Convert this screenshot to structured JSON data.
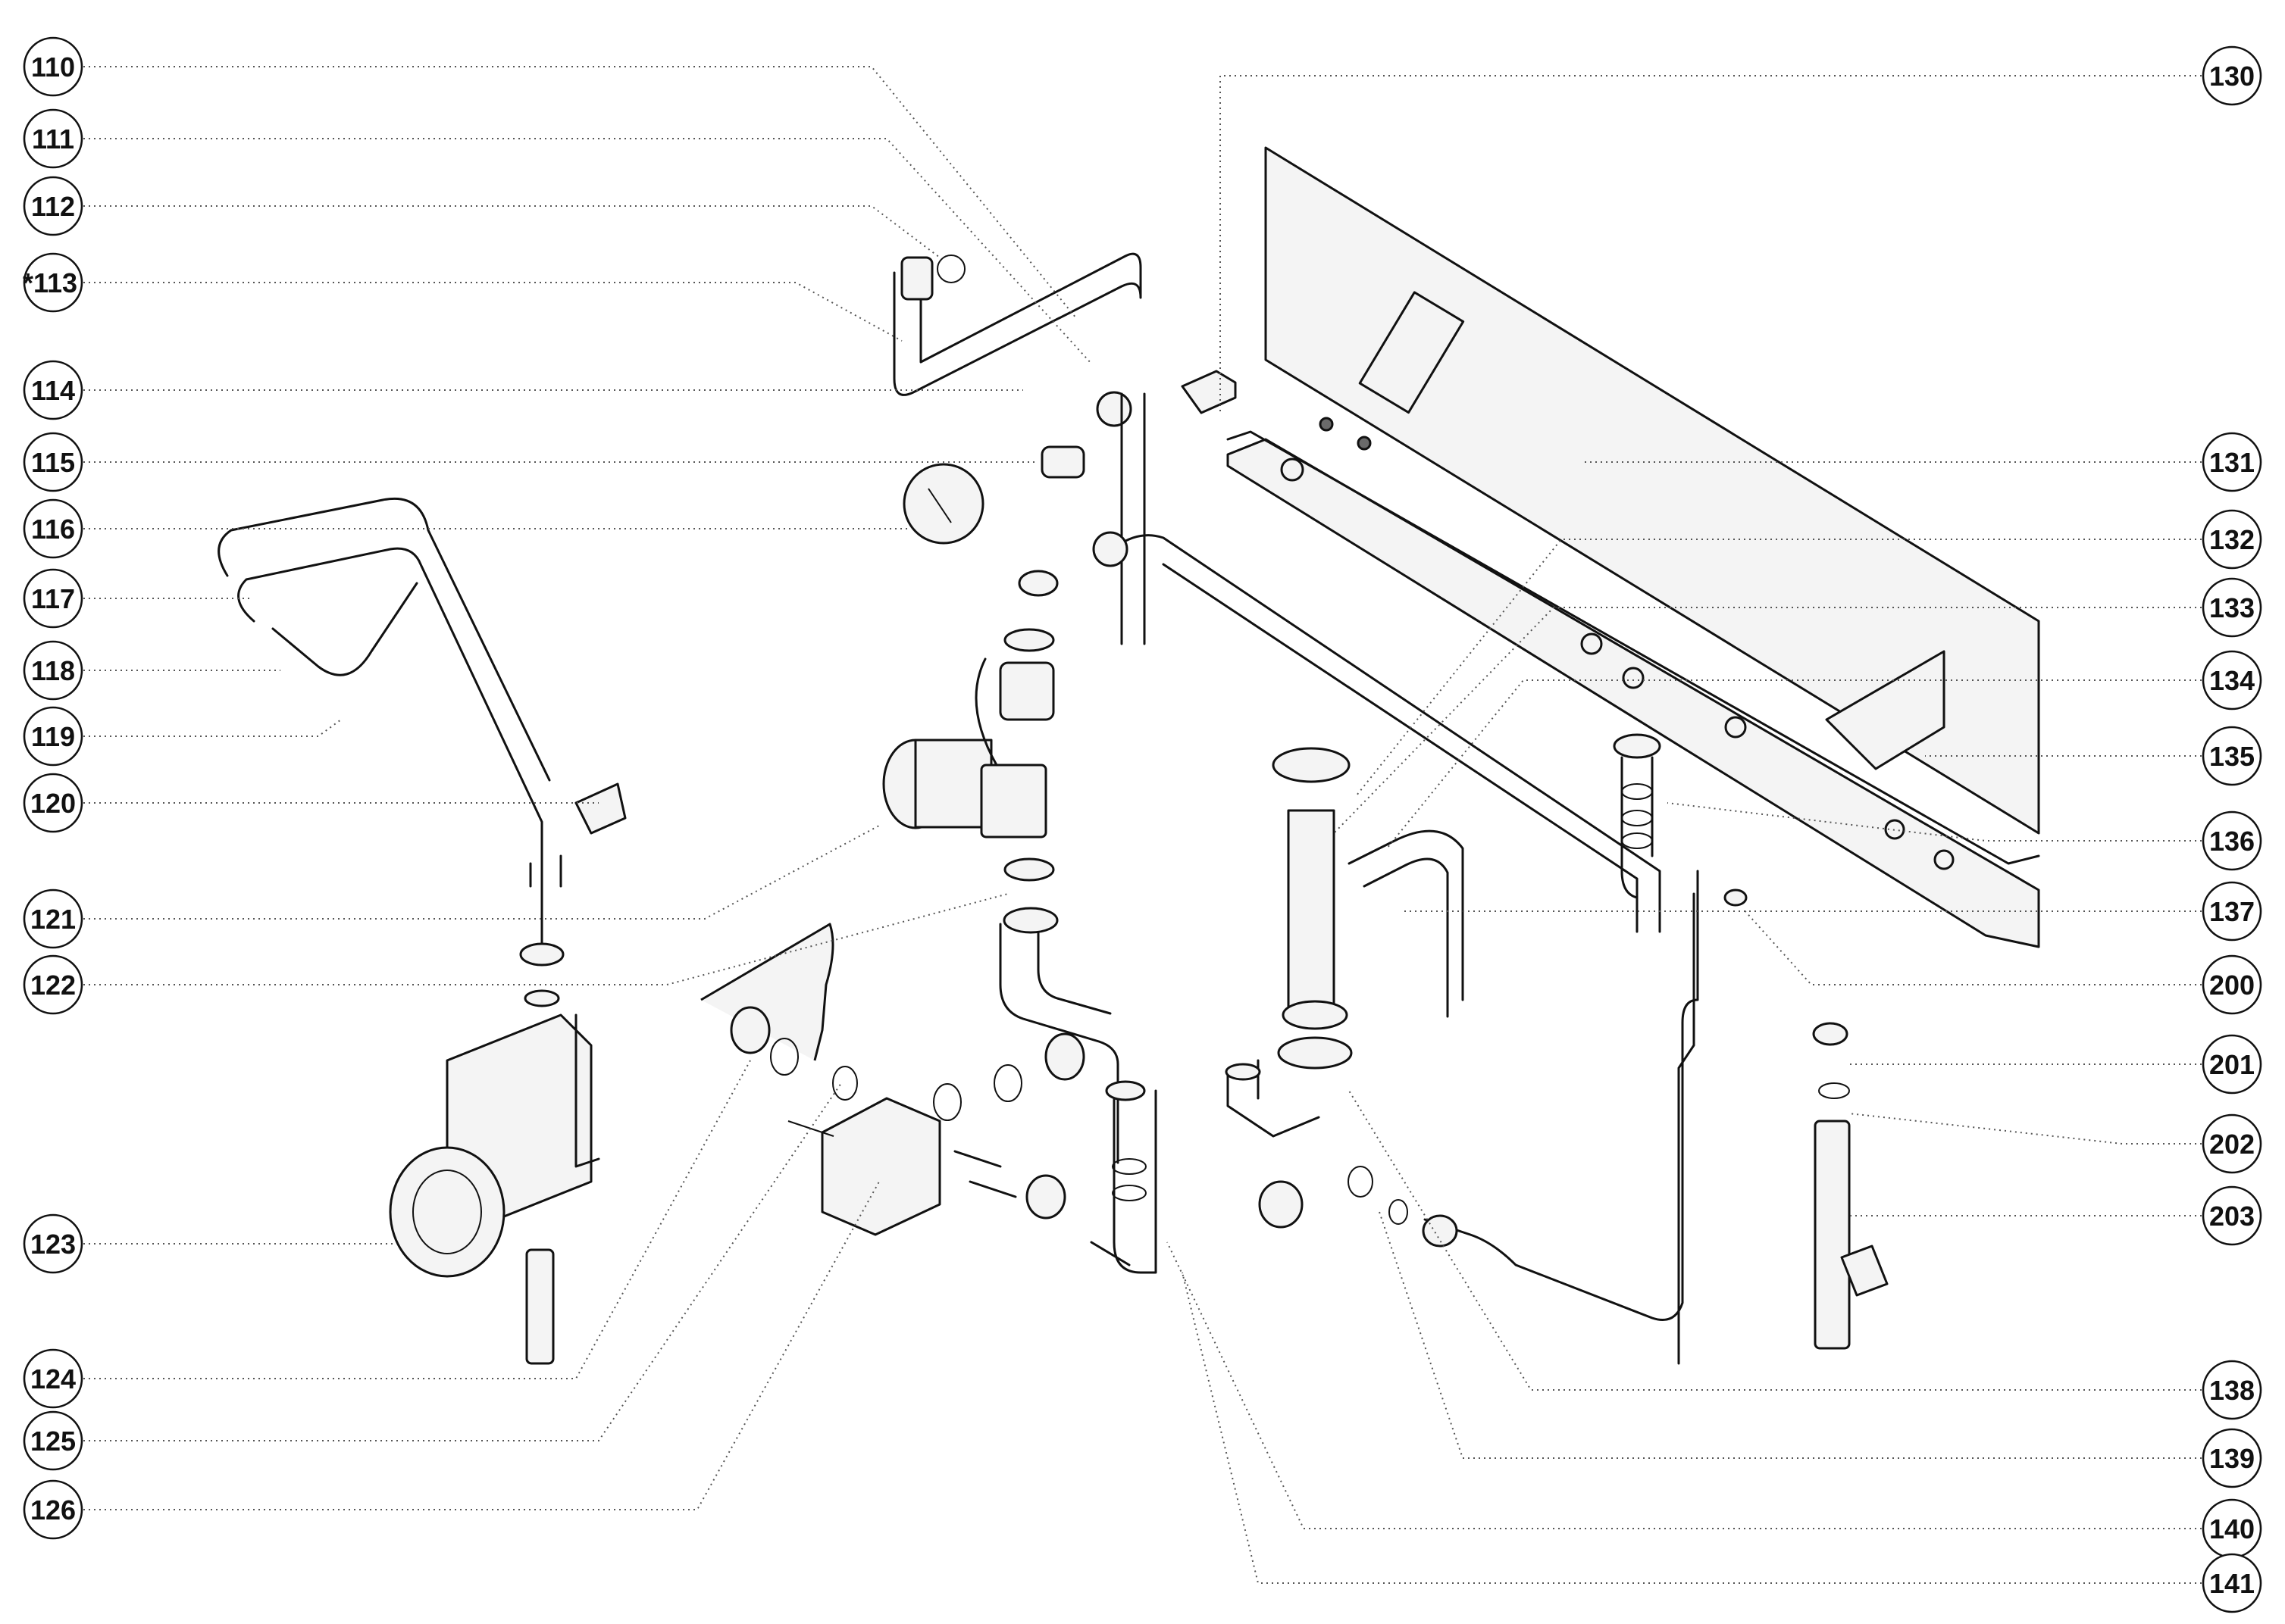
{
  "diagram": {
    "type": "exploded-parts-view",
    "callouts": {
      "left": [
        "110",
        "111",
        "112",
        "*113",
        "114",
        "115",
        "116",
        "117",
        "118",
        "119",
        "120",
        "121",
        "122",
        "123",
        "124",
        "125",
        "126"
      ],
      "right": [
        "130",
        "131",
        "132",
        "133",
        "134",
        "135",
        "136",
        "137",
        "200",
        "201",
        "202",
        "203",
        "138",
        "139",
        "140",
        "141"
      ]
    }
  }
}
